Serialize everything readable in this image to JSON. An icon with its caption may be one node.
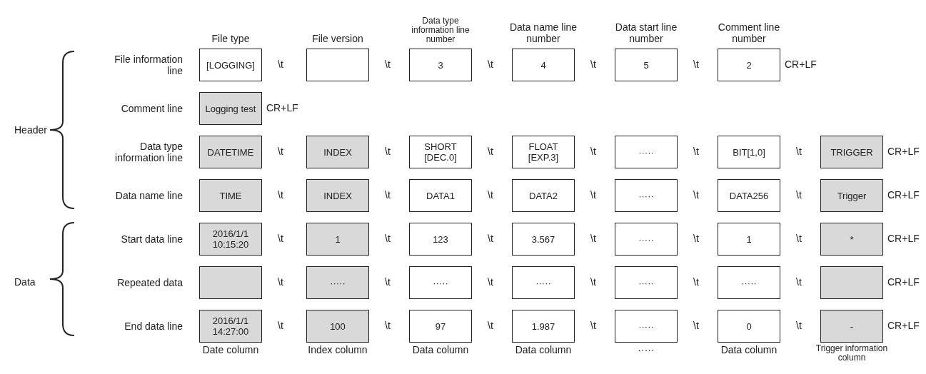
{
  "diagram": {
    "nodes": [
      {
        "text": [
          "[LOGGING]"
        ]
      },
      {
        "text": [],
        "shape": "box"
      },
      {
        "text": [
          "3"
        ]
      },
      {
        "text": [
          "4"
        ]
      },
      {
        "text": [
          "5"
        ]
      },
      {
        "text": [
          "2"
        ]
      },
      {
        "text": [
          "Logging test"
        ]
      },
      {
        "text": [
          "DATETIME"
        ]
      },
      {
        "text": [
          "INDEX"
        ]
      },
      {
        "text": [
          "SHORT [DEC.0]"
        ]
      },
      {
        "text": [
          "FLOAT [EXP.3]"
        ]
      },
      {
        "text": [
          "·····"
        ]
      },
      {
        "text": [
          "BIT[1,0]"
        ]
      },
      {
        "text": [
          "TRIGGER"
        ]
      },
      {
        "text": [
          "TIME"
        ]
      },
      {
        "text": [
          "INDEX"
        ]
      },
      {
        "text": [
          "DATA1"
        ]
      },
      {
        "text": [
          "DATA2"
        ]
      },
      {
        "text": [
          "·····"
        ]
      },
      {
        "text": [
          "DATA256"
        ]
      },
      {
        "text": [
          "Trigger"
        ]
      },
      {
        "text": [
          "2016/1/1 10:15:20"
        ]
      },
      {
        "text": [
          "1"
        ]
      },
      {
        "text": [
          "123"
        ]
      },
      {
        "text": [
          "3.567"
        ]
      },
      {
        "text": [
          "·····"
        ]
      },
      {
        "text": [
          "1"
        ]
      },
      {
        "text": [
          "*"
        ]
      },
      {
        "text": [],
        "shape": "box"
      },
      {
        "text": [
          "·····"
        ]
      },
      {
        "text": [
          "·····"
        ]
      },
      {
        "text": [
          "·····"
        ]
      },
      {
        "text": [
          "·····"
        ]
      },
      {
        "text": [
          "·····"
        ]
      },
      {
        "text": [],
        "shape": "box"
      },
      {
        "text": [
          "2016/1/1 14:27:00"
        ]
      },
      {
        "text": [
          "100"
        ]
      },
      {
        "text": [
          "97"
        ]
      },
      {
        "text": [
          "1.987"
        ]
      },
      {
        "text": [
          "·····"
        ]
      },
      {
        "text": [
          "0"
        ]
      },
      {
        "text": [
          "-"
        ]
      }
    ],
    "labels": [
      "File type",
      "File version",
      "Data type information line number",
      "Data name line number",
      "Data start line number",
      "Comment line number",
      "File information line",
      "\\t",
      "\\t",
      "\\t",
      "\\t",
      "\\t",
      "CR+LF",
      "Comment line",
      "CR+LF",
      "Header",
      "Data type information line",
      "\\t",
      "\\t",
      "\\t",
      "\\t",
      "\\t",
      "\\t",
      "CR+LF",
      "Data name line",
      "\\t",
      "\\t",
      "\\t",
      "\\t",
      "\\t",
      "\\t",
      "CR+LF",
      "Start data line",
      "\\t",
      "\\t",
      "\\t",
      "\\t",
      "\\t",
      "\\t",
      "CR+LF",
      "Data",
      "Repeated data",
      "\\t",
      "\\t",
      "\\t",
      "\\t",
      "\\t",
      "\\t",
      "CR+LF",
      "End data line",
      "\\t",
      "\\t",
      "\\t",
      "\\t",
      "\\t",
      "\\t",
      "CR+LF",
      "Date column",
      "Index column",
      "Data column",
      "Data column",
      "·····",
      "Data column",
      "Trigger information column"
    ]
  }
}
